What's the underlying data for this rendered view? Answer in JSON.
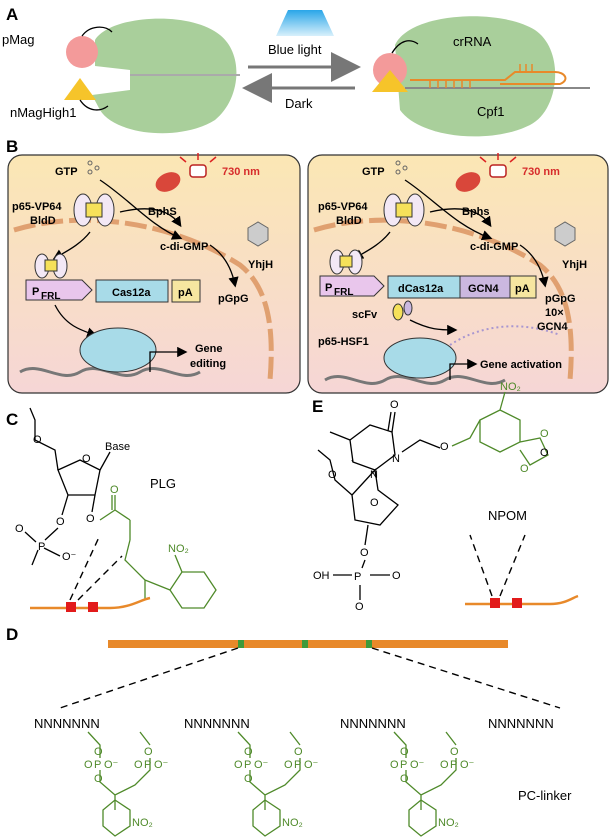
{
  "panel_a": {
    "letter": "A",
    "pmag": "pMag",
    "nmaghigh1": "nMagHigh1",
    "blue_light": "Blue light",
    "dark": "Dark",
    "crrna": "crRNA",
    "cpf1": "Cpf1"
  },
  "panel_b": {
    "letter": "B",
    "left": {
      "gtp": "GTP",
      "nm730": "730 nm",
      "bphs": "BphS",
      "p65": "p65-VP64",
      "blld": "BldD",
      "cdigmp": "c-di-GMP",
      "yhjh": "YhjH",
      "pgpg": "pGpG",
      "p": "P",
      "frl": "FRL",
      "cas12a": "Cas12a",
      "pa": "pA",
      "gene": "Gene",
      "editing": "editing"
    },
    "right": {
      "gtp": "GTP",
      "nm730": "730 nm",
      "bphs": "Bphs",
      "p65": "p65-VP64",
      "blld": "BldD",
      "cdigmp": "c-di-GMP",
      "yhjh": "YhjH",
      "pgpg": "pGpG",
      "p": "P",
      "frl": "FRL",
      "dcas12a": "dCas12a",
      "gcn4": "GCN4",
      "pa": "pA",
      "scfv": "scFv",
      "tenx": "10×",
      "gcn4b": "GCN4",
      "hsf1": "p65-HSF1",
      "activation": "Gene activation"
    }
  },
  "panel_c": {
    "letter": "C",
    "base": "Base",
    "plg": "PLG",
    "o1": "O",
    "o2": "O",
    "o3": "O",
    "o4": "O",
    "o5": "O",
    "o6": "O",
    "p": "P",
    "om": "O⁻",
    "no2": "NO₂"
  },
  "panel_e": {
    "letter": "E",
    "npom": "NPOM",
    "n1": "N",
    "n2": "N",
    "o_ring": "O",
    "o_c": "O",
    "o_link": "O",
    "o_sug": "O",
    "o_5": "O",
    "o_3": "O",
    "no2": "NO₂",
    "oh": "OH",
    "p": "P",
    "op": "O",
    "o_bot": "O",
    "o_d1": "O",
    "o_d2": "O"
  },
  "panel_d": {
    "letter": "D",
    "seq": "NNNNNNN",
    "pc_linker": "PC-linker",
    "o": "O",
    "om": "O⁻",
    "p": "P",
    "no2": "NO₂"
  }
}
